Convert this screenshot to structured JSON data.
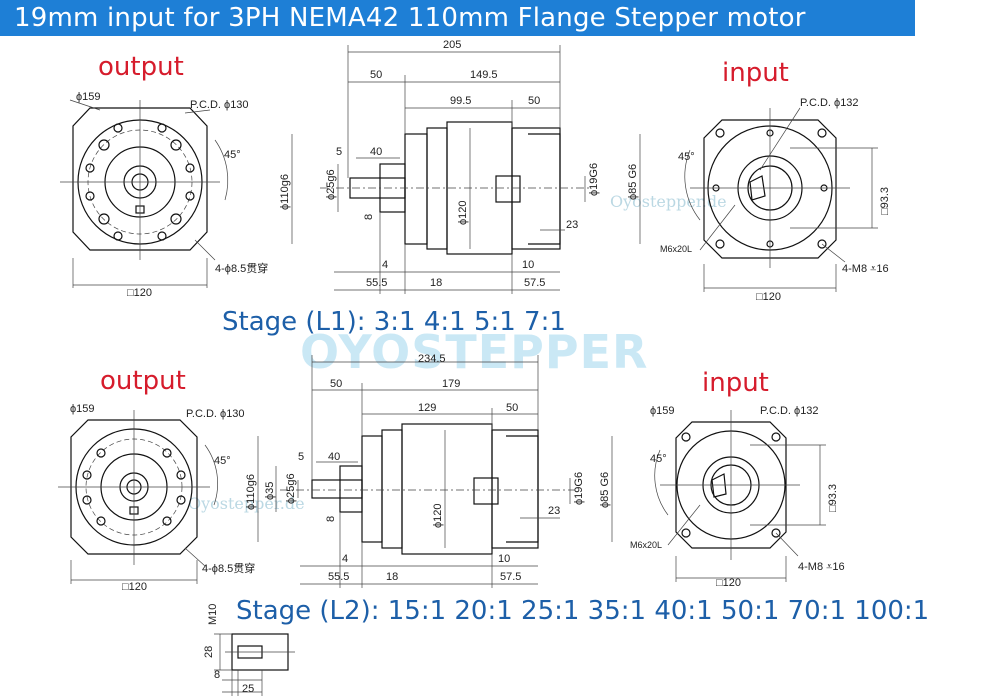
{
  "title": "19mm input for 3PH NEMA42 110mm Flange Stepper motor",
  "labels": {
    "output": "output",
    "input": "input"
  },
  "stage1": "Stage (L1):  3:1  4:1  5:1  7:1",
  "stage2": "Stage (L2):  15:1  20:1  25:1  35:1   40:1  50:1   70:1  100:1",
  "watermark": "OYOSTEPPER",
  "watermark_small": "Oyostepper.de",
  "colors": {
    "banner": "#1e7fd6",
    "label_red": "#d61c2c",
    "stage_blue": "#1d5fa8"
  },
  "dims1": {
    "d159": "ϕ159",
    "pcd130": "P.C.D. ϕ130",
    "a45": "45°",
    "holes": "4-ϕ8.5贯穿",
    "sq120": "□120",
    "L205": "205",
    "L50": "50",
    "L149": "149.5",
    "L99": "99.5",
    "L50b": "50",
    "d5": "5",
    "d40": "40",
    "d110": "ϕ110g6",
    "d25": "ϕ25g6",
    "d8": "8",
    "d120": "ϕ120",
    "d19": "ϕ19G6",
    "d85": "ϕ85 G6",
    "d23": "23",
    "d4": "4",
    "d10": "10",
    "d55": "55.5",
    "d18": "18",
    "d57": "57.5",
    "pcd132": "P.C.D. ϕ132",
    "a45b": "45°",
    "h93": "□93.3",
    "m6": "M6x20L",
    "m8": "4-M8 ⩡16",
    "sq120b": "□120"
  },
  "dims2": {
    "d159": "ϕ159",
    "pcd130": "P.C.D. ϕ130",
    "a45": "45°",
    "holes": "4-ϕ8.5贯穿",
    "sq120": "□120",
    "L234": "234.5",
    "L50": "50",
    "L179": "179",
    "L129": "129",
    "L50b": "50",
    "d5": "5",
    "d40": "40",
    "d110": "ϕ110g6",
    "d35": "ϕ35",
    "d25": "ϕ25g6",
    "d8": "8",
    "d120": "ϕ120",
    "d19": "ϕ19G6",
    "d85": "ϕ85 G6",
    "d23": "23",
    "d4": "4",
    "d10": "10",
    "d55": "55.5",
    "d18": "18",
    "d57": "57.5",
    "d159b": "ϕ159",
    "pcd132": "P.C.D. ϕ132",
    "a45b": "45°",
    "h93": "□93.3",
    "m6": "M6x20L",
    "m8": "4-M8 ⩡16",
    "sq120b": "□120"
  },
  "key": {
    "m10": "M10",
    "d28": "28",
    "d8": "8",
    "d25": "25"
  }
}
